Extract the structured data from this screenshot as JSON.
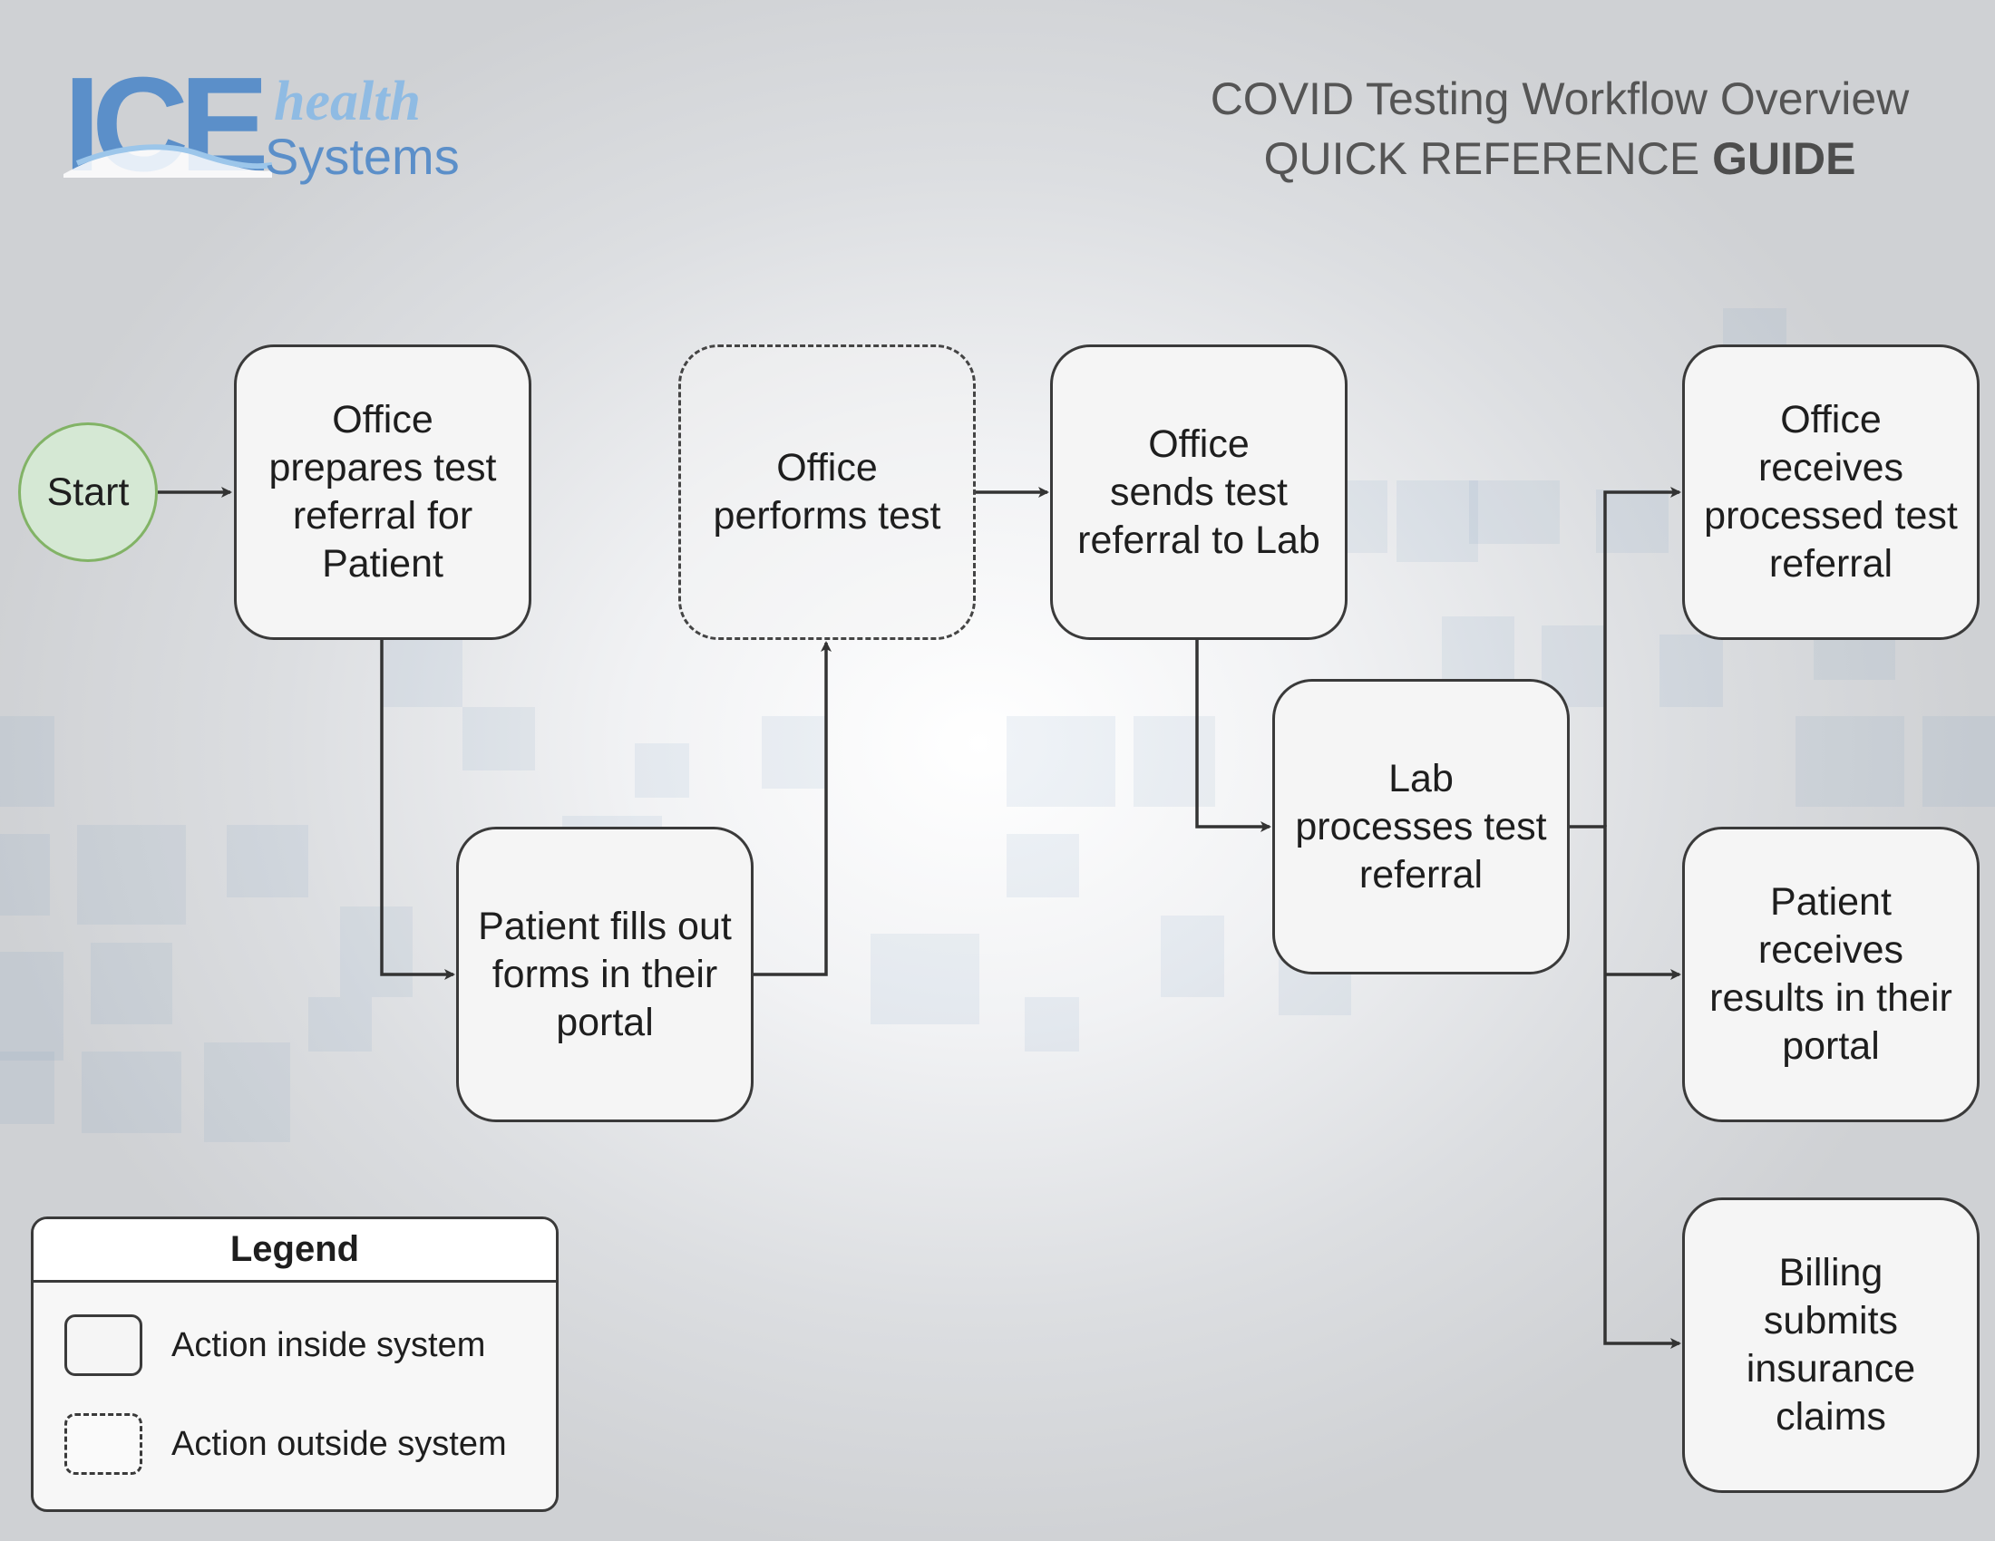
{
  "logo": {
    "brand": "ICE",
    "sub1": "health",
    "sub2": "Systems"
  },
  "header": {
    "title": "COVID Testing Workflow Overview",
    "subtitle_regular": "QUICK REFERENCE ",
    "subtitle_bold": "GUIDE"
  },
  "start": {
    "label": "Start"
  },
  "nodes": {
    "office_prepares": "Office\nprepares test\nreferral for\nPatient",
    "patient_fills": "Patient fills out\nforms in their\nportal",
    "office_performs": "Office\nperforms test",
    "office_sends": "Office\nsends test\nreferral to Lab",
    "lab_processes": "Lab\nprocesses test\nreferral",
    "office_receives": "Office\nreceives\nprocessed test\nreferral",
    "patient_receives": "Patient\nreceives\nresults in their\nportal",
    "billing_submits": "Billing\nsubmits\ninsurance\nclaims"
  },
  "legend": {
    "title": "Legend",
    "inside": "Action inside system",
    "outside": "Action outside system"
  },
  "colors": {
    "start_fill": "#d5e8d4",
    "start_border": "#82b366",
    "node_fill": "#f5f5f5",
    "edge": "#333333",
    "logo_blue": "#5b8fc9",
    "logo_light": "#8fbbe3"
  }
}
